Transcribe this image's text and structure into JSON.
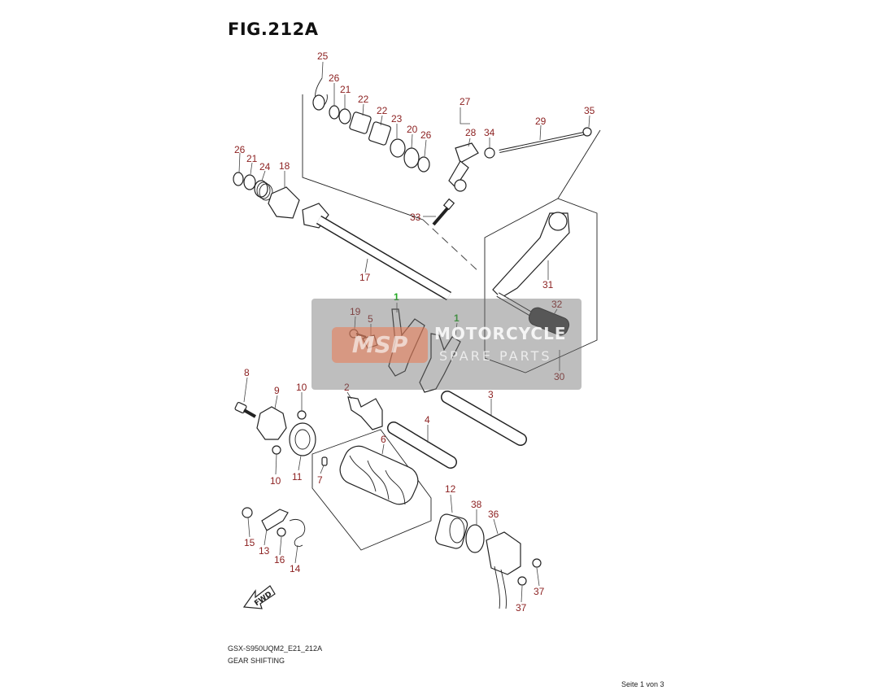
{
  "figure": {
    "title": "FIG.212A",
    "code": "GSX-S950UQM2_E21_212A",
    "caption": "GEAR SHIFTING",
    "page": "Seite 1 von 3"
  },
  "watermark": {
    "logo": "MSP",
    "line1": "MOTORCYCLE",
    "line2": "SPARE PARTS"
  },
  "fwd_label": "FWD",
  "callouts": {
    "c25": "25",
    "c26a": "26",
    "c21a": "21",
    "c22a": "22",
    "c22b": "22",
    "c23": "23",
    "c20": "20",
    "c26b": "26",
    "c27": "27",
    "c28": "28",
    "c34": "34",
    "c29": "29",
    "c35": "35",
    "c26c": "26",
    "c21b": "21",
    "c24": "24",
    "c18": "18",
    "c33": "33",
    "c17": "17",
    "c31": "31",
    "c32": "32",
    "c30": "30",
    "c1a": "1",
    "c1b": "1",
    "c19": "19",
    "c5": "5",
    "c8": "8",
    "c9": "9",
    "c10a": "10",
    "c2": "2",
    "c3": "3",
    "c4": "4",
    "c6": "6",
    "c11": "11",
    "c10b": "10",
    "c7": "7",
    "c12": "12",
    "c38": "38",
    "c36": "36",
    "c15": "15",
    "c13": "13",
    "c16": "16",
    "c14": "14",
    "c37a": "37",
    "c37b": "37"
  }
}
